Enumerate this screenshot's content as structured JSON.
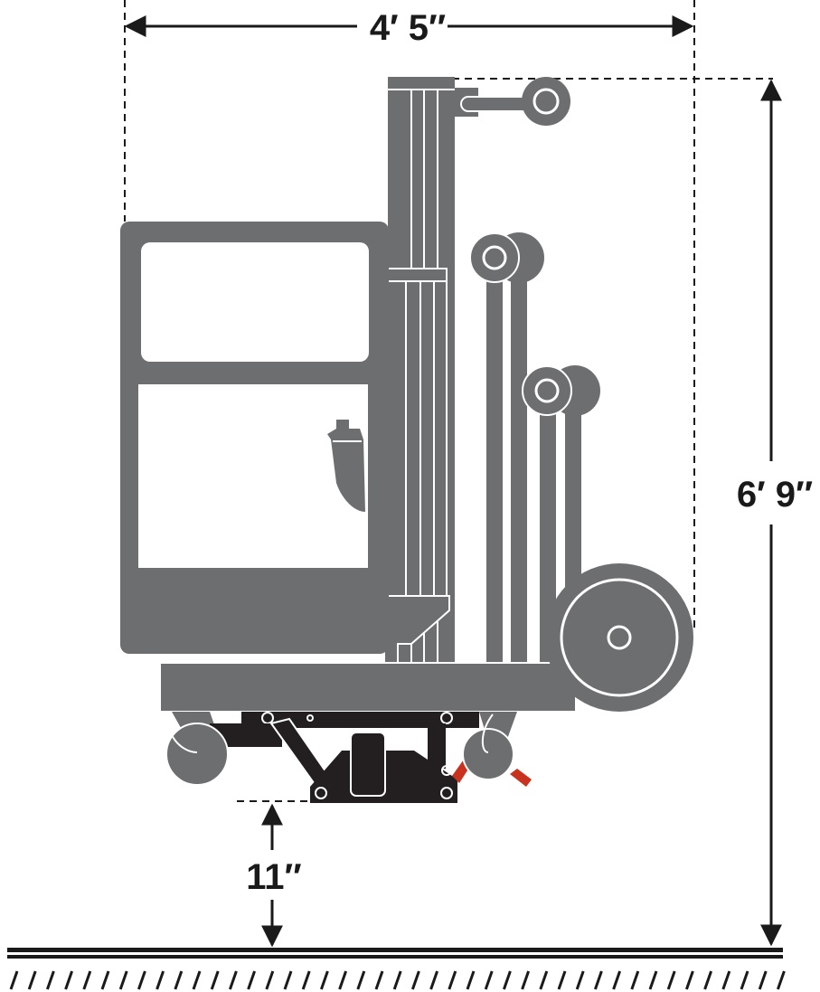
{
  "dimensions": {
    "width_label": "4′ 5″",
    "height_label": "6′ 9″",
    "ground_clearance_label": "11″"
  },
  "colors": {
    "machine_body": "#6d6e70",
    "machine_outline": "#ffffff",
    "base_plate": "#231f20",
    "accent_red": "#c8321e",
    "dimension_lines": "#1a1a1a"
  }
}
